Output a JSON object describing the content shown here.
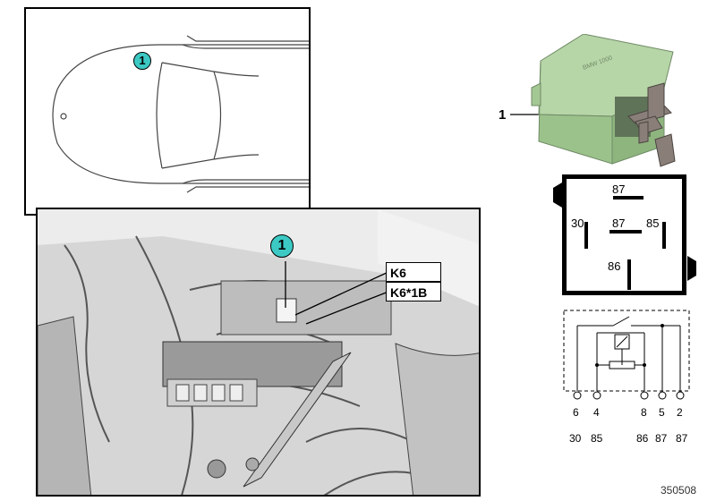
{
  "callouts": {
    "car_marker": "1",
    "engine_marker": "1",
    "part_number": "1"
  },
  "labels": {
    "k6": "K6",
    "k6_1b": "K6*1B"
  },
  "relay_face": {
    "pin_87_top": "87",
    "pin_30": "30",
    "pin_87_mid": "87",
    "pin_85": "85",
    "pin_86": "86"
  },
  "terminals": {
    "numbers": [
      "6",
      "4",
      "8",
      "5",
      "2"
    ],
    "pins": [
      "30",
      "85",
      "86",
      "87",
      "87"
    ]
  },
  "image_code": "350508",
  "colors": {
    "marker_fill": "#3cc9c4",
    "relay_body": "#a9cf9a",
    "line": "#000000"
  }
}
